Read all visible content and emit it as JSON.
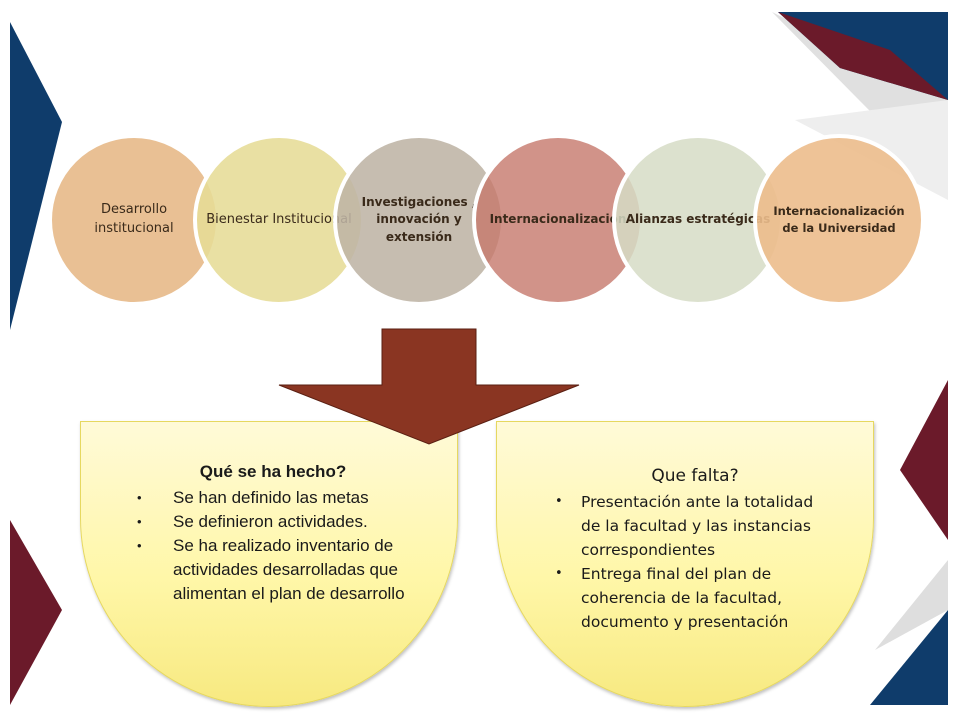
{
  "circles": [
    {
      "label": "Desarrollo institucional"
    },
    {
      "label": "Bienestar Institucional"
    },
    {
      "label": "Investigaciones , innovación y extensión"
    },
    {
      "label": "Internacionalización"
    },
    {
      "label": "Alianzas estratégicas"
    },
    {
      "label": "Internacionalización de la Universidad"
    }
  ],
  "left_box": {
    "title": "Qué se ha hecho?",
    "items": [
      "Se han definido las metas",
      "Se definieron actividades.",
      "Se ha realizado inventario de actividades desarrolladas que alimentan el plan de desarrollo"
    ]
  },
  "right_box": {
    "title": "Que falta?",
    "items": [
      "Presentación ante la totalidad de la facultad y las instancias correspondientes",
      "Entrega final del plan de coherencia de la facultad, documento y presentación"
    ]
  },
  "colors": {
    "navy": "#0f3c6b",
    "maroon": "#6b1a2a",
    "arrow": "#8a3522",
    "box_fill": "#fff7a8"
  },
  "icons": {
    "bullet": "•"
  }
}
